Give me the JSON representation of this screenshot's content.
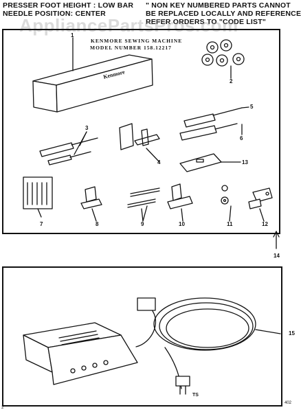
{
  "header": {
    "left_lines": [
      "PRESSER FOOT HEIGHT : LOW BAR",
      "NEEDLE POSITION: CENTER"
    ],
    "right_lines": [
      "\" NON KEY NUMBERED PARTS CANNOT",
      "BE REPLACED LOCALLY AND REFERENCE",
      "REFER ORDERS TO \"CODE LIST\""
    ]
  },
  "watermark": "AppliancePartsPros.com",
  "diagram": {
    "subtitle_1": "KENMORE SEWING MACHINE",
    "subtitle_2": "MODEL NUMBER 158.12217",
    "box_label": "Kenmore",
    "part_numbers": {
      "p1": "1",
      "p2": "2",
      "p3": "3",
      "p4": "4",
      "p5": "5",
      "p6": "6",
      "p7": "7",
      "p8": "8",
      "p9": "9",
      "p10": "10",
      "p11": "11",
      "p12": "12",
      "p13": "13",
      "p14": "14",
      "p15": "15"
    },
    "footer_code": "TS",
    "page_left": "2",
    "page_right": "402"
  }
}
